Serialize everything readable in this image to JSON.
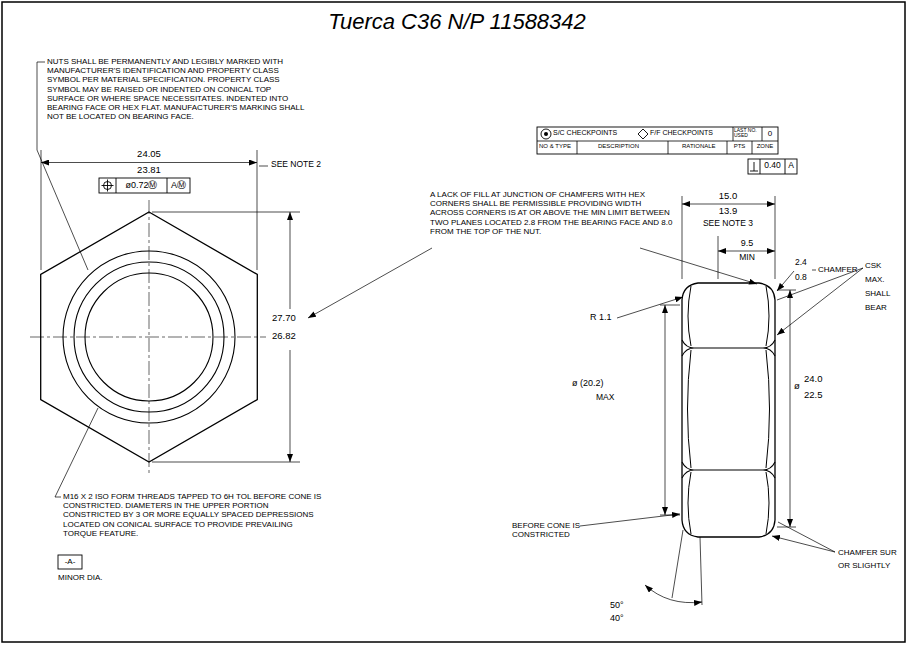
{
  "diagram": {
    "title": "Tuerca C36 N/P 11588342",
    "labels": [
      "NUTS SHALL BE PERMANENTLY AND LEGIBLY MARKED WITH MANUFACTURER'S IDENTIFICATION AND PROPERTY CLASS SYMBOL PER MATERIAL SPECIFICATION. PROPERTY CLASS SYMBOL MAY BE RAISED OR INDENTED ON CONICAL TOP SURFACE OR WHERE SPACE NECESSITATES. INDENTED INTO BEARING FACE OR HEX FLAT. MANUFACTURER'S MARKING SHALL NOT BE LOCATED ON BEARING FACE.",
      "24.05",
      "23.81",
      "SEE NOTE 2",
      "ø0.72Ⓜ",
      "AⓂ",
      "27.70",
      "26.82",
      "M16 X 2 ISO FORM THREADS TAPPED TO 6H TOL BEFORE CONE IS CONSTRICTED. DIAMETERS IN THE UPPER PORTION CONSTRICTED BY 3 OR MORE EQUALLY SPACED DEPRESSIONS LOCATED ON CONICAL SURFACE TO PROVIDE PREVAILING TORQUE FEATURE.",
      "-A-",
      "MINOR DIA.",
      "S/C CHECKPOINTS",
      "F/F CHECKPOINTS",
      "LAST NO. USED",
      "0",
      "NO & TYPE",
      "DESCRIPTION",
      "RATIONALE",
      "PTS",
      "ZONE",
      "0.40",
      "A",
      "A LACK OF FILL AT JUNCTION OF CHAMFERS WITH HEX CORNERS SHALL BE PERMISSIBLE PROVIDING WIDTH ACROSS CORNERS IS AT OR ABOVE THE MIN LIMIT BETWEEN TWO PLANES LOCATED 2.8 FROM THE BEARING FACE AND 8.0 FROM THE TOP OF THE NUT.",
      "15.0",
      "13.9",
      "SEE NOTE 3",
      "9.5",
      "MIN",
      "2.4",
      "0.8",
      "CHAMFER",
      "CSK",
      "MAX.",
      "SHALL",
      "BEAR",
      "R 1.1",
      "ø (20.2)",
      "MAX",
      "ø",
      "24.0",
      "22.5",
      "BEFORE CONE IS CONSTRICTED",
      "CHAMFER SUR",
      "OR SLIGHTLY",
      "50°",
      "40°"
    ]
  }
}
